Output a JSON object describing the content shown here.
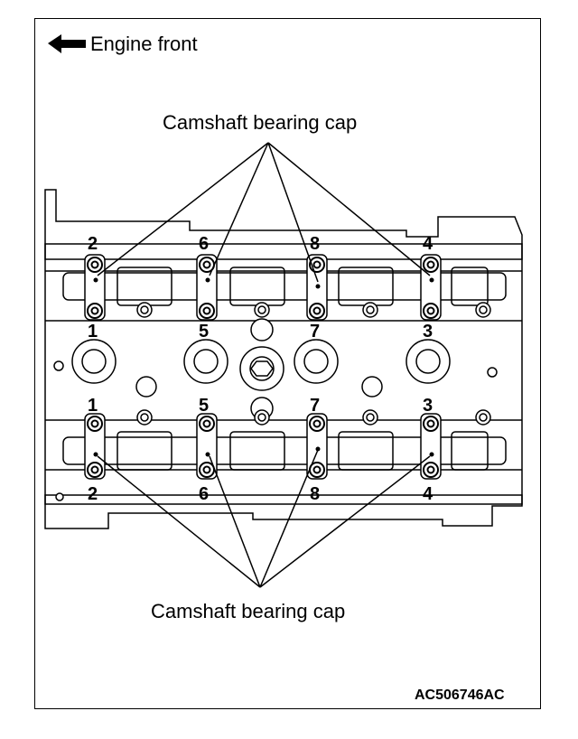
{
  "header": {
    "direction_label": "Engine front",
    "direction_icon": "arrow-left-icon"
  },
  "callouts": {
    "top": "Camshaft bearing cap",
    "bottom": "Camshaft bearing cap"
  },
  "bolt_numbers": {
    "top_row_outer": [
      "2",
      "6",
      "8",
      "4"
    ],
    "top_row_inner": [
      "1",
      "5",
      "7",
      "3"
    ],
    "bottom_row_inner": [
      "1",
      "5",
      "7",
      "3"
    ],
    "bottom_row_outer": [
      "2",
      "6",
      "8",
      "4"
    ]
  },
  "figure_code": "AC506746AC"
}
